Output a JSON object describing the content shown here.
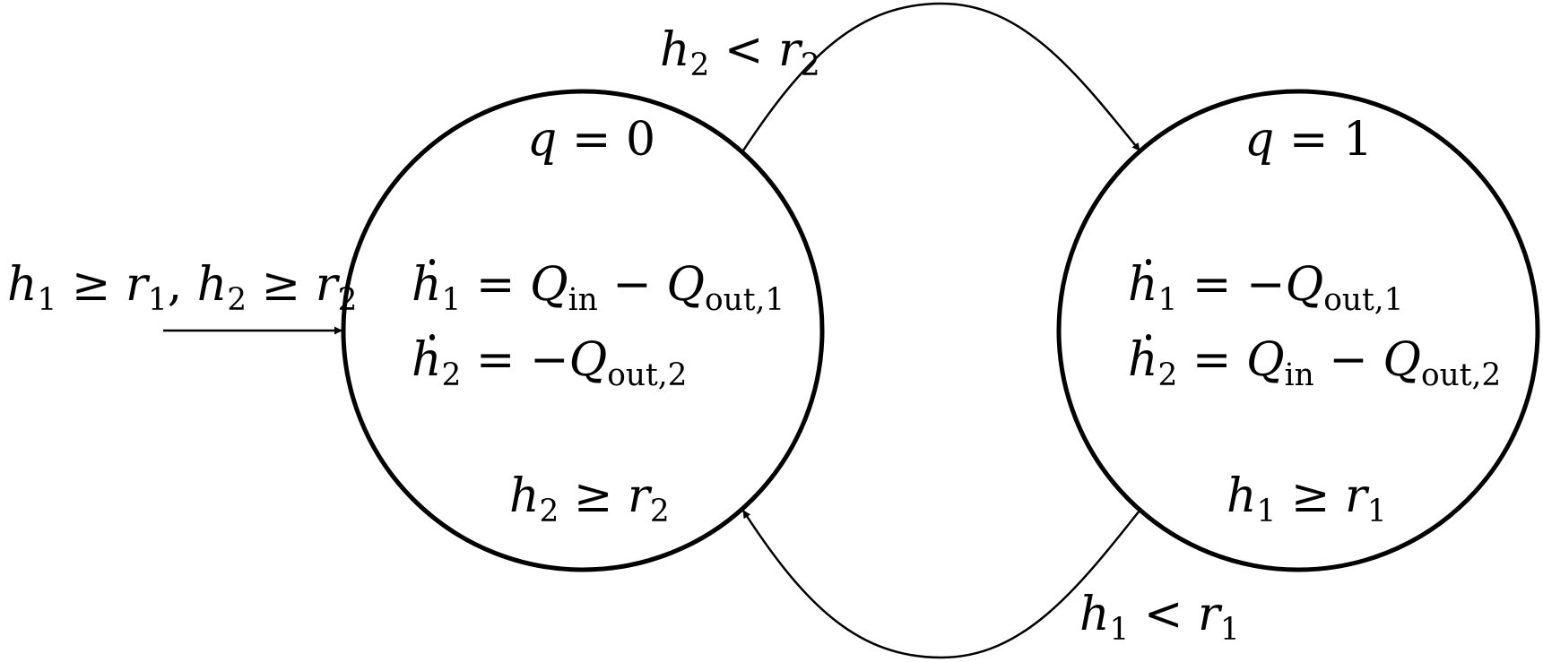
{
  "states": [
    {
      "name_var": "q",
      "name_op": "=",
      "name_val": "0",
      "flow1": {
        "lhs_var": "h",
        "lhs_sub": "1",
        "eq": "=",
        "rhs_pre": "",
        "rhs_q1": "Q",
        "rhs_q1_sub": "in",
        "rhs_minus": "−",
        "rhs_q2": "Q",
        "rhs_q2_sub": "out,1"
      },
      "flow2": {
        "lhs_var": "h",
        "lhs_sub": "2",
        "eq": "=",
        "rhs_pre": "−",
        "rhs_q1": "Q",
        "rhs_q1_sub": "out,2",
        "rhs_minus": "",
        "rhs_q2": "",
        "rhs_q2_sub": ""
      },
      "invariant": {
        "var": "h",
        "sub": "2",
        "op": "≥",
        "rvar": "r",
        "rsub": "2"
      }
    },
    {
      "name_var": "q",
      "name_op": "=",
      "name_val": "1",
      "flow1": {
        "lhs_var": "h",
        "lhs_sub": "1",
        "eq": "=",
        "rhs_pre": "−",
        "rhs_q1": "Q",
        "rhs_q1_sub": "out,1",
        "rhs_minus": "",
        "rhs_q2": "",
        "rhs_q2_sub": ""
      },
      "flow2": {
        "lhs_var": "h",
        "lhs_sub": "2",
        "eq": "=",
        "rhs_pre": "",
        "rhs_q1": "Q",
        "rhs_q1_sub": "in",
        "rhs_minus": "−",
        "rhs_q2": "Q",
        "rhs_q2_sub": "out,2"
      },
      "invariant": {
        "var": "h",
        "sub": "1",
        "op": "≥",
        "rvar": "r",
        "rsub": "1"
      }
    }
  ],
  "initial_condition": {
    "a_var": "h",
    "a_sub": "1",
    "a_op": "≥",
    "a_rvar": "r",
    "a_rsub": "1",
    "sep": ",",
    "b_var": "h",
    "b_sub": "2",
    "b_op": "≥",
    "b_rvar": "r",
    "b_rsub": "2"
  },
  "guard_0_to_1": {
    "var": "h",
    "sub": "2",
    "op": "<",
    "rvar": "r",
    "rsub": "2"
  },
  "guard_1_to_0": {
    "var": "h",
    "sub": "1",
    "op": "<",
    "rvar": "r",
    "rsub": "1"
  },
  "colors": {
    "stroke": "#000000",
    "background": "#ffffff"
  }
}
